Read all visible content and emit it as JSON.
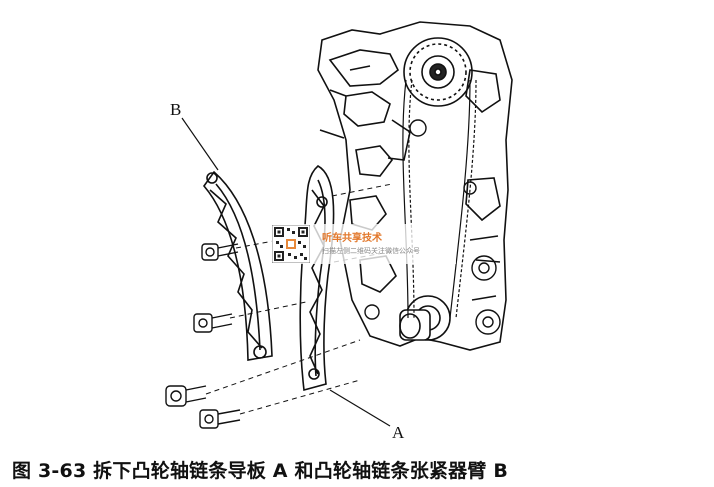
{
  "figure": {
    "callout_b": "B",
    "callout_a": "A"
  },
  "watermark": {
    "title": "听车共享技术",
    "subtitle": "扫描左侧二维码关注微信公众号",
    "qr": "qr-code-icon"
  },
  "caption": "图 3-63    拆下凸轮轴链条导板 A 和凸轮轴链条张紧器臂 B"
}
